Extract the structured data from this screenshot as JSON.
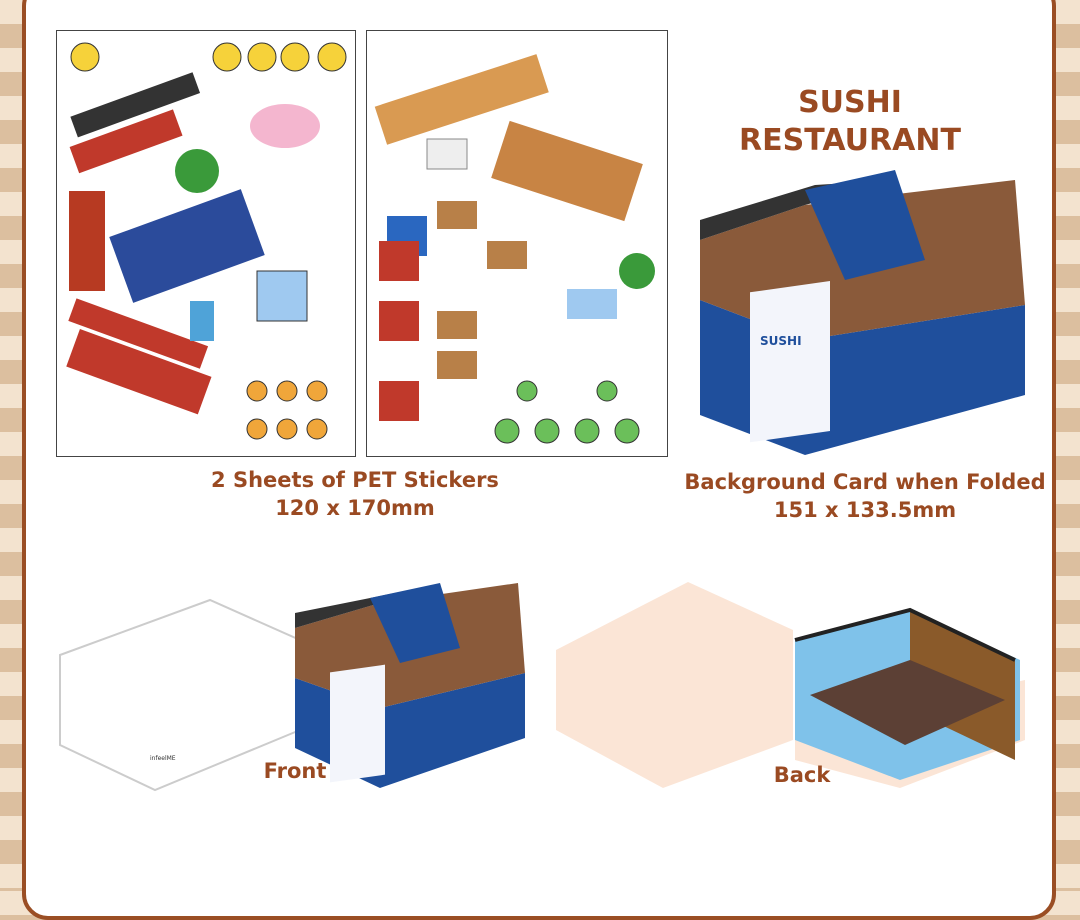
{
  "title": {
    "line1": "SUSHI",
    "line2": "RESTAURANT"
  },
  "stickers": {
    "caption_line1": "2 Sheets of PET Stickers",
    "caption_line2": "120 x 170mm"
  },
  "card": {
    "caption_line1": "Background Card when Folded",
    "caption_line2": "151 x 133.5mm"
  },
  "box_label": "SUSHI",
  "front": {
    "label": "Front",
    "brand": "infeelME"
  },
  "back": {
    "label": "Back"
  },
  "colors": {
    "accent": "#9a4a22",
    "border": "#9a4e24",
    "box_blue": "#1f4f9c"
  }
}
